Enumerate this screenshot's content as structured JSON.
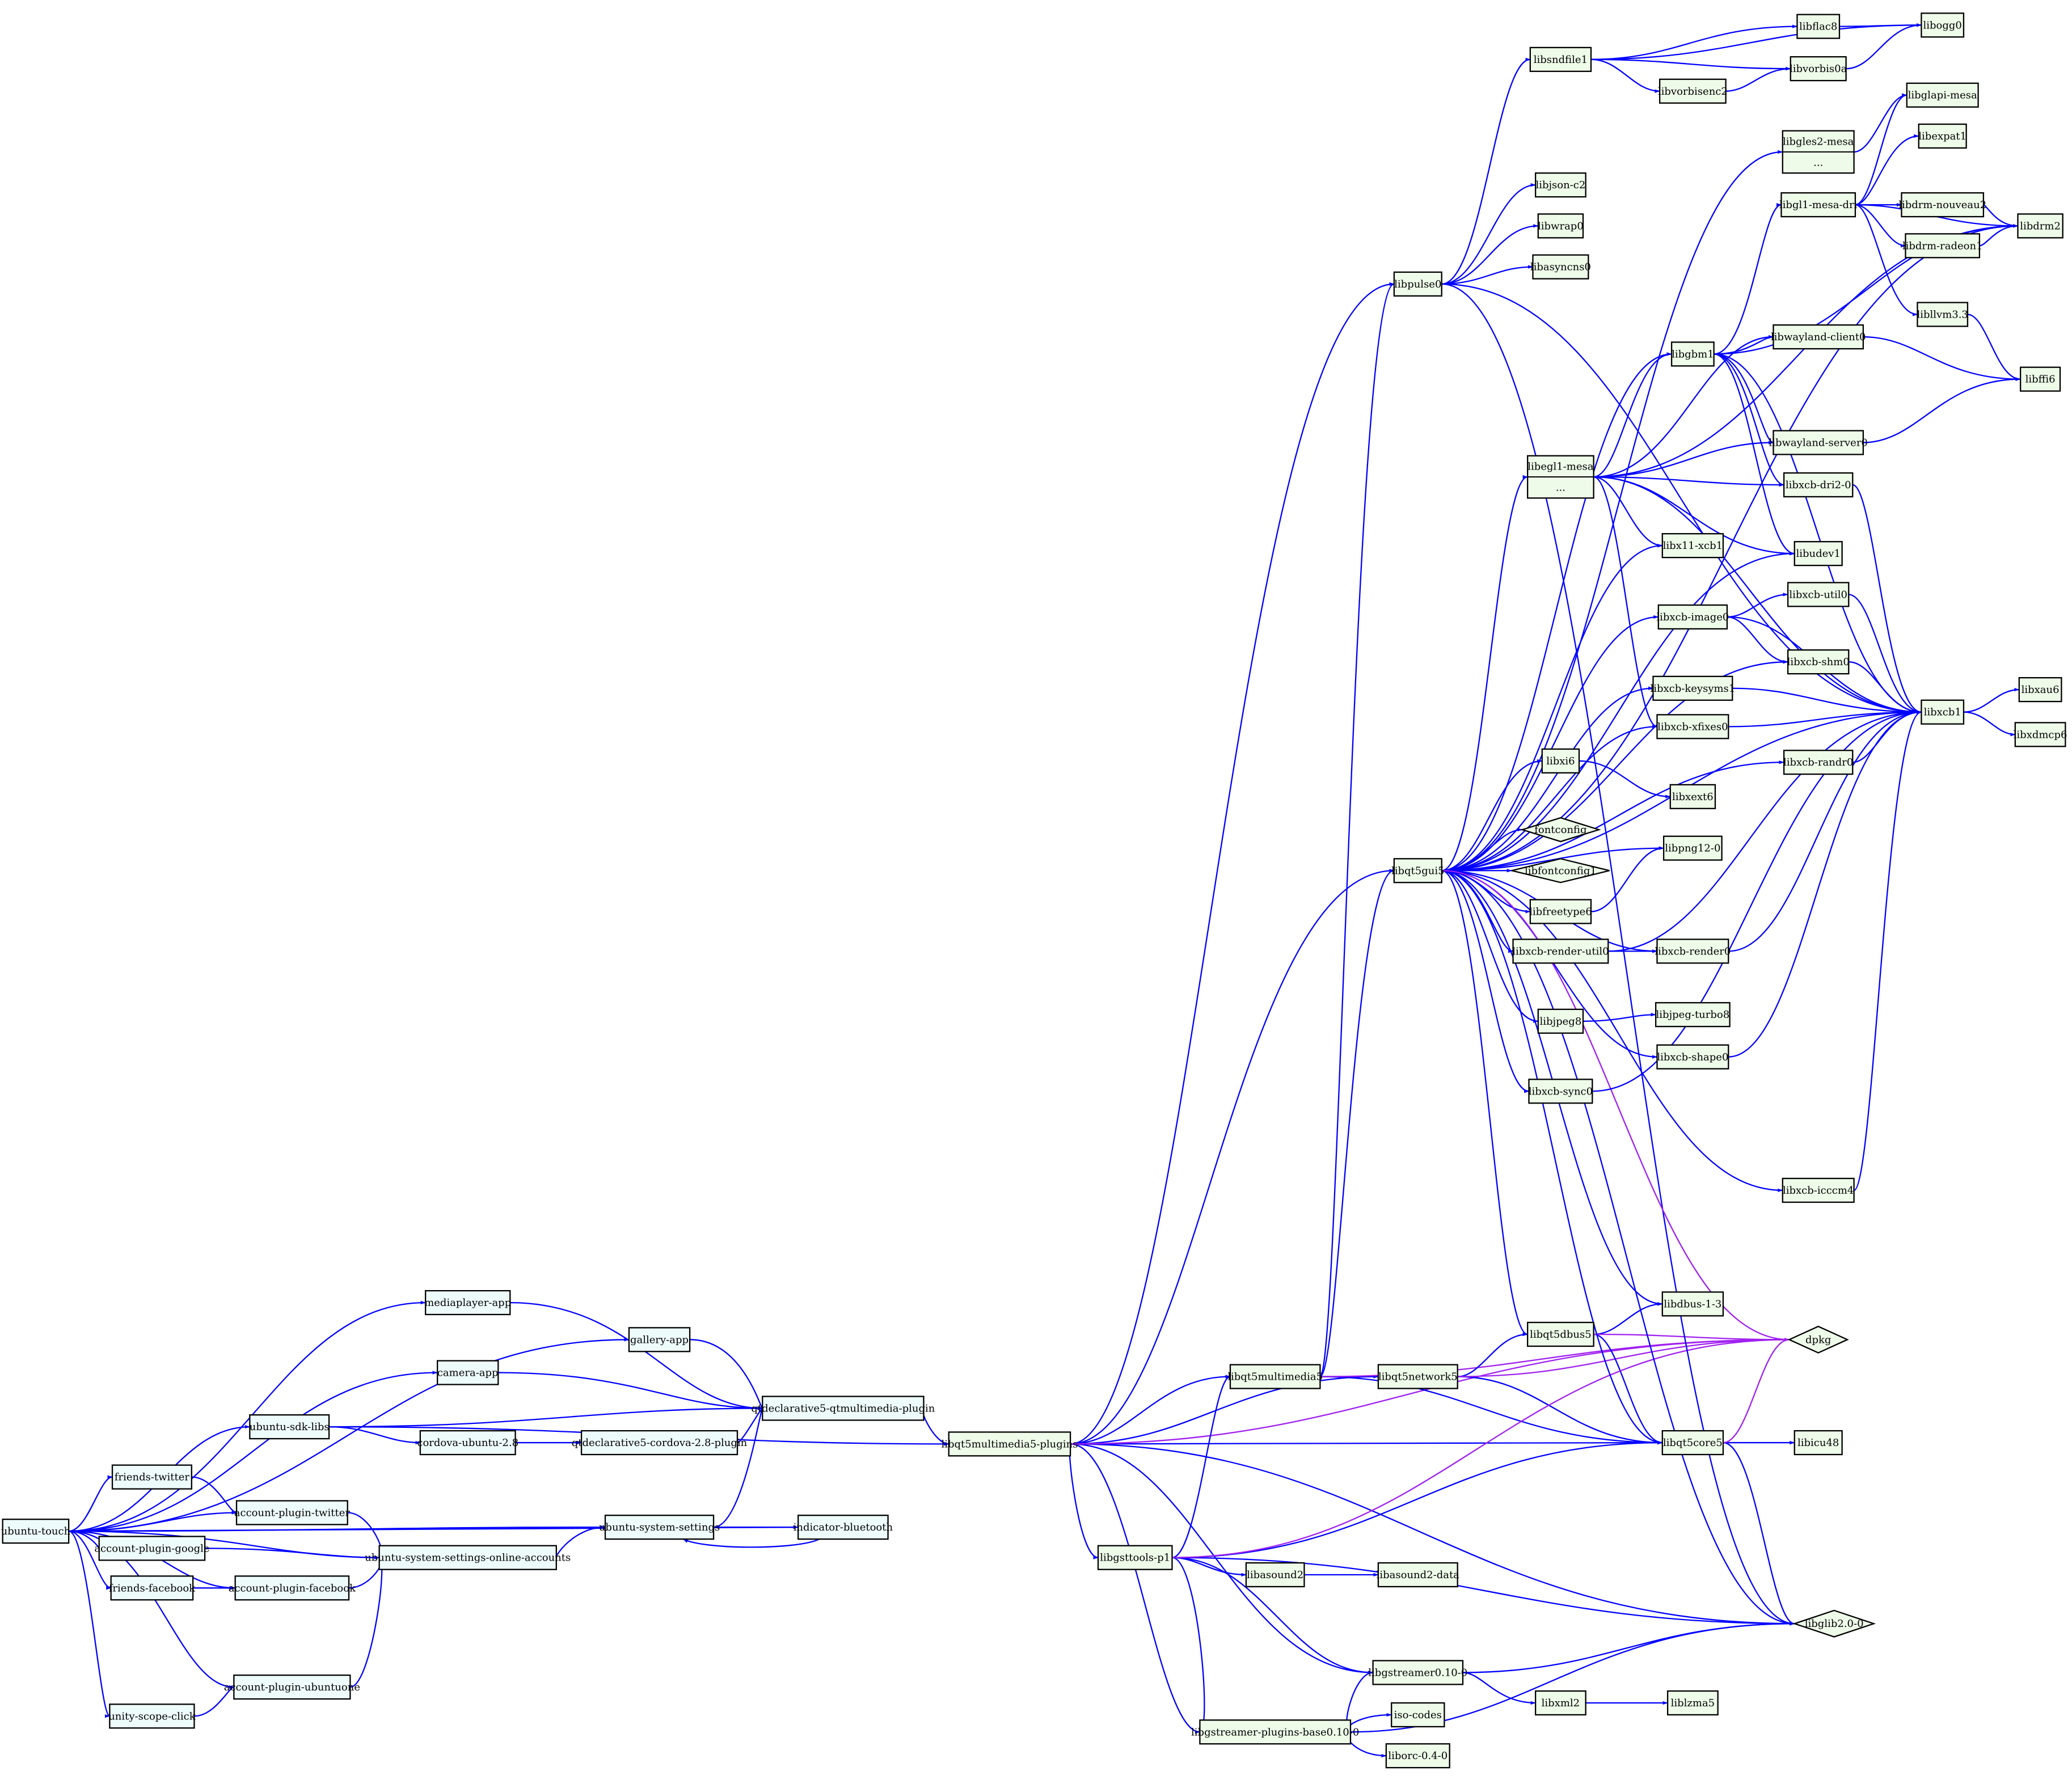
{
  "colors": {
    "node_fill_right": "#eefbe9",
    "node_fill_left": "#eefbfb",
    "node_stroke": "#000000",
    "edge_blue": "#0000ff",
    "edge_purple": "#a020f0"
  },
  "nodes": [
    {
      "id": "ubuntu-touch",
      "label": "ubuntu-touch",
      "group": "left"
    },
    {
      "id": "mediaplayer-app",
      "label": "mediaplayer-app",
      "group": "left"
    },
    {
      "id": "gallery-app",
      "label": "gallery-app",
      "group": "left"
    },
    {
      "id": "camera-app",
      "label": "camera-app",
      "group": "left"
    },
    {
      "id": "ubuntu-sdk-libs",
      "label": "ubuntu-sdk-libs",
      "group": "left"
    },
    {
      "id": "cordova-ubuntu-2.8",
      "label": "cordova-ubuntu-2.8",
      "group": "left"
    },
    {
      "id": "qtdeclarative5-cordova-2.8-plugin",
      "label": "qtdeclarative5-cordova-2.8-plugin",
      "group": "left"
    },
    {
      "id": "qtdeclarative5-qtmultimedia-plugin",
      "label": "qtdeclarative5-qtmultimedia-plugin",
      "group": "left"
    },
    {
      "id": "friends-twitter",
      "label": "friends-twitter",
      "group": "left"
    },
    {
      "id": "account-plugin-twitter",
      "label": "account-plugin-twitter",
      "group": "left"
    },
    {
      "id": "account-plugin-google",
      "label": "account-plugin-google",
      "group": "left"
    },
    {
      "id": "friends-facebook",
      "label": "friends-facebook",
      "group": "left"
    },
    {
      "id": "account-plugin-facebook",
      "label": "account-plugin-facebook",
      "group": "left"
    },
    {
      "id": "ubuntu-system-settings-online-accounts",
      "label": "ubuntu-system-settings-online-accounts",
      "group": "left"
    },
    {
      "id": "ubuntu-system-settings",
      "label": "ubuntu-system-settings",
      "group": "left"
    },
    {
      "id": "indicator-bluetooth",
      "label": "indicator-bluetooth",
      "group": "left"
    },
    {
      "id": "account-plugin-ubuntuone",
      "label": "account-plugin-ubuntuone",
      "group": "left"
    },
    {
      "id": "unity-scope-click",
      "label": "unity-scope-click",
      "group": "left"
    },
    {
      "id": "libqt5multimedia5-plugins",
      "label": "libqt5multimedia5-plugins",
      "group": "root"
    },
    {
      "id": "libqt5multimedia5",
      "label": "libqt5multimedia5",
      "group": "right"
    },
    {
      "id": "libqt5network5",
      "label": "libqt5network5",
      "group": "right"
    },
    {
      "id": "libqt5dbus5",
      "label": "libqt5dbus5",
      "group": "right"
    },
    {
      "id": "libdbus-1-3",
      "label": "libdbus-1-3",
      "group": "right"
    },
    {
      "id": "dpkg",
      "label": "dpkg",
      "group": "right",
      "shape": "diamond"
    },
    {
      "id": "libqt5core5",
      "label": "libqt5core5",
      "group": "right"
    },
    {
      "id": "libicu48",
      "label": "libicu48",
      "group": "right"
    },
    {
      "id": "libglib2.0-0",
      "label": "libglib2.0-0",
      "group": "right",
      "shape": "diamond"
    },
    {
      "id": "libgsttools-p1",
      "label": "libgsttools-p1",
      "group": "right"
    },
    {
      "id": "libasound2",
      "label": "libasound2",
      "group": "right"
    },
    {
      "id": "libasound2-data",
      "label": "libasound2-data",
      "group": "right"
    },
    {
      "id": "libgstreamer0.10-0",
      "label": "libgstreamer0.10-0",
      "group": "right"
    },
    {
      "id": "libxml2",
      "label": "libxml2",
      "group": "right"
    },
    {
      "id": "liblzma5",
      "label": "liblzma5",
      "group": "right"
    },
    {
      "id": "libgstreamer-plugins-base0.10-0",
      "label": "libgstreamer-plugins-base0.10-0",
      "group": "right"
    },
    {
      "id": "iso-codes",
      "label": "iso-codes",
      "group": "right"
    },
    {
      "id": "liborc-0.4-0",
      "label": "liborc-0.4-0",
      "group": "right"
    },
    {
      "id": "libpulse0",
      "label": "libpulse0",
      "group": "right"
    },
    {
      "id": "libsndfile1",
      "label": "libsndfile1",
      "group": "right"
    },
    {
      "id": "libflac8",
      "label": "libflac8",
      "group": "right"
    },
    {
      "id": "libogg0",
      "label": "libogg0",
      "group": "right"
    },
    {
      "id": "libvorbis0a",
      "label": "libvorbis0a",
      "group": "right"
    },
    {
      "id": "libvorbisenc2",
      "label": "libvorbisenc2",
      "group": "right"
    },
    {
      "id": "libjson-c2",
      "label": "libjson-c2",
      "group": "right"
    },
    {
      "id": "libwrap0",
      "label": "libwrap0",
      "group": "right"
    },
    {
      "id": "libasyncns0",
      "label": "libasyncns0",
      "group": "right"
    },
    {
      "id": "libqt5gui5",
      "label": "libqt5gui5",
      "group": "right"
    },
    {
      "id": "libgles2-mesa",
      "label": "libgles2-mesa",
      "sub": "...",
      "group": "right"
    },
    {
      "id": "libglapi-mesa",
      "label": "libglapi-mesa",
      "group": "right"
    },
    {
      "id": "libexpat1",
      "label": "libexpat1",
      "group": "right"
    },
    {
      "id": "libgl1-mesa-dri",
      "label": "libgl1-mesa-dri",
      "group": "right"
    },
    {
      "id": "libdrm-nouveau2",
      "label": "libdrm-nouveau2",
      "group": "right"
    },
    {
      "id": "libdrm-radeon1",
      "label": "libdrm-radeon1",
      "group": "right"
    },
    {
      "id": "libdrm2",
      "label": "libdrm2",
      "group": "right"
    },
    {
      "id": "libllvm3.3",
      "label": "libllvm3.3",
      "group": "right"
    },
    {
      "id": "libffi6",
      "label": "libffi6",
      "group": "right"
    },
    {
      "id": "libgbm1",
      "label": "libgbm1",
      "group": "right"
    },
    {
      "id": "libwayland-client0",
      "label": "libwayland-client0",
      "group": "right"
    },
    {
      "id": "libwayland-server0",
      "label": "libwayland-server0",
      "group": "right"
    },
    {
      "id": "libegl1-mesa",
      "label": "libegl1-mesa",
      "sub": "...",
      "group": "right"
    },
    {
      "id": "libxcb-dri2-0",
      "label": "libxcb-dri2-0",
      "group": "right"
    },
    {
      "id": "libx11-xcb1",
      "label": "libx11-xcb1",
      "group": "right"
    },
    {
      "id": "libudev1",
      "label": "libudev1",
      "group": "right"
    },
    {
      "id": "libxcb-util0",
      "label": "libxcb-util0",
      "group": "right"
    },
    {
      "id": "libxcb-image0",
      "label": "libxcb-image0",
      "group": "right"
    },
    {
      "id": "libxcb-shm0",
      "label": "libxcb-shm0",
      "group": "right"
    },
    {
      "id": "libxcb-keysyms1",
      "label": "libxcb-keysyms1",
      "group": "right"
    },
    {
      "id": "libxcb1",
      "label": "libxcb1",
      "group": "right"
    },
    {
      "id": "libxau6",
      "label": "libxau6",
      "group": "right"
    },
    {
      "id": "libxdmcp6",
      "label": "libxdmcp6",
      "group": "right"
    },
    {
      "id": "libxcb-xfixes0",
      "label": "libxcb-xfixes0",
      "group": "right"
    },
    {
      "id": "libxcb-randr0",
      "label": "libxcb-randr0",
      "group": "right"
    },
    {
      "id": "libxi6",
      "label": "libxi6",
      "group": "right"
    },
    {
      "id": "libxext6",
      "label": "libxext6",
      "group": "right"
    },
    {
      "id": "fontconfig",
      "label": "fontconfig",
      "group": "right",
      "shape": "diamond"
    },
    {
      "id": "libfontconfig1",
      "label": "libfontconfig1",
      "group": "right",
      "shape": "diamond"
    },
    {
      "id": "libpng12-0",
      "label": "libpng12-0",
      "group": "right"
    },
    {
      "id": "libfreetype6",
      "label": "libfreetype6",
      "group": "right"
    },
    {
      "id": "libxcb-render-util0",
      "label": "libxcb-render-util0",
      "group": "right"
    },
    {
      "id": "libxcb-render0",
      "label": "libxcb-render0",
      "group": "right"
    },
    {
      "id": "libjpeg8",
      "label": "libjpeg8",
      "group": "right"
    },
    {
      "id": "libjpeg-turbo8",
      "label": "libjpeg-turbo8",
      "group": "right"
    },
    {
      "id": "libxcb-shape0",
      "label": "libxcb-shape0",
      "group": "right"
    },
    {
      "id": "libxcb-sync0",
      "label": "libxcb-sync0",
      "group": "right"
    },
    {
      "id": "libxcb-icccm4",
      "label": "libxcb-icccm4",
      "group": "right"
    }
  ],
  "edges": [
    [
      "ubuntu-touch",
      "mediaplayer-app"
    ],
    [
      "ubuntu-touch",
      "gallery-app"
    ],
    [
      "ubuntu-touch",
      "camera-app"
    ],
    [
      "ubuntu-touch",
      "ubuntu-sdk-libs"
    ],
    [
      "ubuntu-touch",
      "friends-twitter"
    ],
    [
      "ubuntu-touch",
      "account-plugin-twitter"
    ],
    [
      "ubuntu-touch",
      "account-plugin-google"
    ],
    [
      "ubuntu-touch",
      "friends-facebook"
    ],
    [
      "ubuntu-touch",
      "account-plugin-facebook"
    ],
    [
      "ubuntu-touch",
      "ubuntu-system-settings-online-accounts"
    ],
    [
      "ubuntu-touch",
      "ubuntu-system-settings"
    ],
    [
      "ubuntu-touch",
      "account-plugin-ubuntuone"
    ],
    [
      "ubuntu-touch",
      "unity-scope-click"
    ],
    [
      "ubuntu-touch",
      "indicator-bluetooth"
    ],
    [
      "mediaplayer-app",
      "qtdeclarative5-qtmultimedia-plugin"
    ],
    [
      "gallery-app",
      "qtdeclarative5-qtmultimedia-plugin"
    ],
    [
      "camera-app",
      "qtdeclarative5-qtmultimedia-plugin"
    ],
    [
      "ubuntu-sdk-libs",
      "qtdeclarative5-qtmultimedia-plugin"
    ],
    [
      "ubuntu-sdk-libs",
      "cordova-ubuntu-2.8"
    ],
    [
      "ubuntu-sdk-libs",
      "libqt5multimedia5-plugins"
    ],
    [
      "cordova-ubuntu-2.8",
      "qtdeclarative5-cordova-2.8-plugin"
    ],
    [
      "qtdeclarative5-cordova-2.8-plugin",
      "qtdeclarative5-qtmultimedia-plugin"
    ],
    [
      "qtdeclarative5-qtmultimedia-plugin",
      "libqt5multimedia5-plugins"
    ],
    [
      "friends-twitter",
      "account-plugin-twitter"
    ],
    [
      "account-plugin-twitter",
      "ubuntu-system-settings-online-accounts"
    ],
    [
      "account-plugin-google",
      "ubuntu-system-settings-online-accounts"
    ],
    [
      "friends-facebook",
      "account-plugin-facebook"
    ],
    [
      "account-plugin-facebook",
      "ubuntu-system-settings-online-accounts"
    ],
    [
      "account-plugin-ubuntuone",
      "ubuntu-system-settings-online-accounts"
    ],
    [
      "unity-scope-click",
      "account-plugin-ubuntuone"
    ],
    [
      "ubuntu-system-settings-online-accounts",
      "ubuntu-system-settings"
    ],
    [
      "ubuntu-system-settings",
      "qtdeclarative5-qtmultimedia-plugin"
    ],
    [
      "ubuntu-system-settings",
      "indicator-bluetooth"
    ],
    [
      "indicator-bluetooth",
      "ubuntu-system-settings"
    ],
    [
      "libqt5multimedia5-plugins",
      "libpulse0"
    ],
    [
      "libqt5multimedia5-plugins",
      "libqt5gui5"
    ],
    [
      "libqt5multimedia5-plugins",
      "libqt5multimedia5"
    ],
    [
      "libqt5multimedia5-plugins",
      "libqt5network5"
    ],
    [
      "libqt5multimedia5-plugins",
      "libqt5core5"
    ],
    [
      "libqt5multimedia5-plugins",
      "libgsttools-p1"
    ],
    [
      "libqt5multimedia5-plugins",
      "libglib2.0-0"
    ],
    [
      "libqt5multimedia5-plugins",
      "libgstreamer0.10-0"
    ],
    [
      "libqt5multimedia5-plugins",
      "libgstreamer-plugins-base0.10-0"
    ],
    [
      "libqt5multimedia5-plugins",
      "dpkg",
      "purple"
    ],
    [
      "libqt5multimedia5",
      "libpulse0"
    ],
    [
      "libqt5multimedia5",
      "libqt5gui5"
    ],
    [
      "libqt5multimedia5",
      "libqt5network5"
    ],
    [
      "libqt5multimedia5",
      "libqt5core5"
    ],
    [
      "libqt5multimedia5",
      "dpkg",
      "purple"
    ],
    [
      "libqt5network5",
      "libqt5dbus5"
    ],
    [
      "libqt5network5",
      "libqt5core5"
    ],
    [
      "libqt5network5",
      "dpkg",
      "purple"
    ],
    [
      "libqt5dbus5",
      "libdbus-1-3"
    ],
    [
      "libqt5dbus5",
      "libqt5core5"
    ],
    [
      "libqt5dbus5",
      "dpkg",
      "purple"
    ],
    [
      "libqt5core5",
      "libicu48"
    ],
    [
      "libqt5core5",
      "libglib2.0-0"
    ],
    [
      "libqt5core5",
      "dpkg",
      "purple"
    ],
    [
      "libgsttools-p1",
      "libqt5multimedia5"
    ],
    [
      "libgsttools-p1",
      "libqt5core5"
    ],
    [
      "libgsttools-p1",
      "libasound2"
    ],
    [
      "libgsttools-p1",
      "libglib2.0-0"
    ],
    [
      "libgsttools-p1",
      "libgstreamer0.10-0"
    ],
    [
      "libgsttools-p1",
      "libgstreamer-plugins-base0.10-0"
    ],
    [
      "libgsttools-p1",
      "dpkg",
      "purple"
    ],
    [
      "libasound2",
      "libasound2-data"
    ],
    [
      "libgstreamer0.10-0",
      "libglib2.0-0"
    ],
    [
      "libgstreamer0.10-0",
      "libxml2"
    ],
    [
      "libxml2",
      "liblzma5"
    ],
    [
      "libgstreamer-plugins-base0.10-0",
      "libgstreamer0.10-0"
    ],
    [
      "libgstreamer-plugins-base0.10-0",
      "iso-codes"
    ],
    [
      "libgstreamer-plugins-base0.10-0",
      "liborc-0.4-0"
    ],
    [
      "libgstreamer-plugins-base0.10-0",
      "libglib2.0-0"
    ],
    [
      "libpulse0",
      "libsndfile1"
    ],
    [
      "libpulse0",
      "libjson-c2"
    ],
    [
      "libpulse0",
      "libwrap0"
    ],
    [
      "libpulse0",
      "libasyncns0"
    ],
    [
      "libpulse0",
      "libxcb1"
    ],
    [
      "libpulse0",
      "libglib2.0-0"
    ],
    [
      "libsndfile1",
      "libflac8"
    ],
    [
      "libsndfile1",
      "libogg0"
    ],
    [
      "libsndfile1",
      "libvorbis0a"
    ],
    [
      "libsndfile1",
      "libvorbisenc2"
    ],
    [
      "libflac8",
      "libogg0"
    ],
    [
      "libvorbis0a",
      "libogg0"
    ],
    [
      "libvorbisenc2",
      "libvorbis0a"
    ],
    [
      "libqt5gui5",
      "libgles2-mesa"
    ],
    [
      "libqt5gui5",
      "libegl1-mesa"
    ],
    [
      "libqt5gui5",
      "libgbm1"
    ],
    [
      "libqt5gui5",
      "libdrm2"
    ],
    [
      "libqt5gui5",
      "libx11-xcb1"
    ],
    [
      "libqt5gui5",
      "libudev1"
    ],
    [
      "libqt5gui5",
      "libxcb-image0"
    ],
    [
      "libqt5gui5",
      "libxcb-shm0"
    ],
    [
      "libqt5gui5",
      "libxcb-keysyms1"
    ],
    [
      "libqt5gui5",
      "libxcb-xfixes0"
    ],
    [
      "libqt5gui5",
      "libxcb-randr0"
    ],
    [
      "libqt5gui5",
      "libxi6"
    ],
    [
      "libqt5gui5",
      "libpng12-0"
    ],
    [
      "libqt5gui5",
      "fontconfig"
    ],
    [
      "libqt5gui5",
      "libfontconfig1"
    ],
    [
      "libqt5gui5",
      "libfreetype6"
    ],
    [
      "libqt5gui5",
      "libxcb-render-util0"
    ],
    [
      "libqt5gui5",
      "libxcb-render0"
    ],
    [
      "libqt5gui5",
      "libjpeg8"
    ],
    [
      "libqt5gui5",
      "libxcb-shape0"
    ],
    [
      "libqt5gui5",
      "libxcb-sync0"
    ],
    [
      "libqt5gui5",
      "libxcb-icccm4"
    ],
    [
      "libqt5gui5",
      "libxcb1"
    ],
    [
      "libqt5gui5",
      "libdbus-1-3"
    ],
    [
      "libqt5gui5",
      "libqt5dbus5"
    ],
    [
      "libqt5gui5",
      "libqt5core5"
    ],
    [
      "libqt5gui5",
      "libglib2.0-0"
    ],
    [
      "libqt5gui5",
      "dpkg",
      "purple"
    ],
    [
      "libgles2-mesa",
      "libglapi-mesa"
    ],
    [
      "libgl1-mesa-dri",
      "libglapi-mesa"
    ],
    [
      "libgl1-mesa-dri",
      "libexpat1"
    ],
    [
      "libgl1-mesa-dri",
      "libdrm-nouveau2"
    ],
    [
      "libgl1-mesa-dri",
      "libdrm-radeon1"
    ],
    [
      "libgl1-mesa-dri",
      "libdrm2"
    ],
    [
      "libgl1-mesa-dri",
      "libllvm3.3"
    ],
    [
      "libdrm-nouveau2",
      "libdrm2"
    ],
    [
      "libdrm-radeon1",
      "libdrm2"
    ],
    [
      "libllvm3.3",
      "libffi6"
    ],
    [
      "libgbm1",
      "libgl1-mesa-dri"
    ],
    [
      "libgbm1",
      "libwayland-client0"
    ],
    [
      "libgbm1",
      "libwayland-server0"
    ],
    [
      "libgbm1",
      "libdrm2"
    ],
    [
      "libgbm1",
      "libudev1"
    ],
    [
      "libgbm1",
      "libxcb-dri2-0"
    ],
    [
      "libgbm1",
      "libxcb1"
    ],
    [
      "libwayland-client0",
      "libffi6"
    ],
    [
      "libwayland-server0",
      "libffi6"
    ],
    [
      "libegl1-mesa",
      "libgbm1"
    ],
    [
      "libegl1-mesa",
      "libwayland-client0"
    ],
    [
      "libegl1-mesa",
      "libwayland-server0"
    ],
    [
      "libegl1-mesa",
      "libxcb-dri2-0"
    ],
    [
      "libegl1-mesa",
      "libx11-xcb1"
    ],
    [
      "libegl1-mesa",
      "libudev1"
    ],
    [
      "libegl1-mesa",
      "libxcb-xfixes0"
    ],
    [
      "libegl1-mesa",
      "libdrm2"
    ],
    [
      "libegl1-mesa",
      "libxcb1"
    ],
    [
      "libxcb-dri2-0",
      "libxcb1"
    ],
    [
      "libxcb-image0",
      "libxcb-util0"
    ],
    [
      "libxcb-image0",
      "libxcb-shm0"
    ],
    [
      "libxcb-image0",
      "libxcb1"
    ],
    [
      "libxcb-util0",
      "libxcb1"
    ],
    [
      "libxcb-shm0",
      "libxcb1"
    ],
    [
      "libxcb-keysyms1",
      "libxcb1"
    ],
    [
      "libxcb-xfixes0",
      "libxcb1"
    ],
    [
      "libxcb-randr0",
      "libxcb1"
    ],
    [
      "libxcb1",
      "libxau6"
    ],
    [
      "libxcb1",
      "libxdmcp6"
    ],
    [
      "libxi6",
      "libxext6"
    ],
    [
      "libfreetype6",
      "libpng12-0"
    ],
    [
      "libxcb-render-util0",
      "libxcb-render0"
    ],
    [
      "libxcb-render-util0",
      "libxcb1"
    ],
    [
      "libxcb-render0",
      "libxcb1"
    ],
    [
      "libjpeg8",
      "libjpeg-turbo8"
    ],
    [
      "libxcb-shape0",
      "libxcb1"
    ],
    [
      "libxcb-sync0",
      "libxcb1"
    ],
    [
      "libxcb-icccm4",
      "libxcb1"
    ]
  ]
}
